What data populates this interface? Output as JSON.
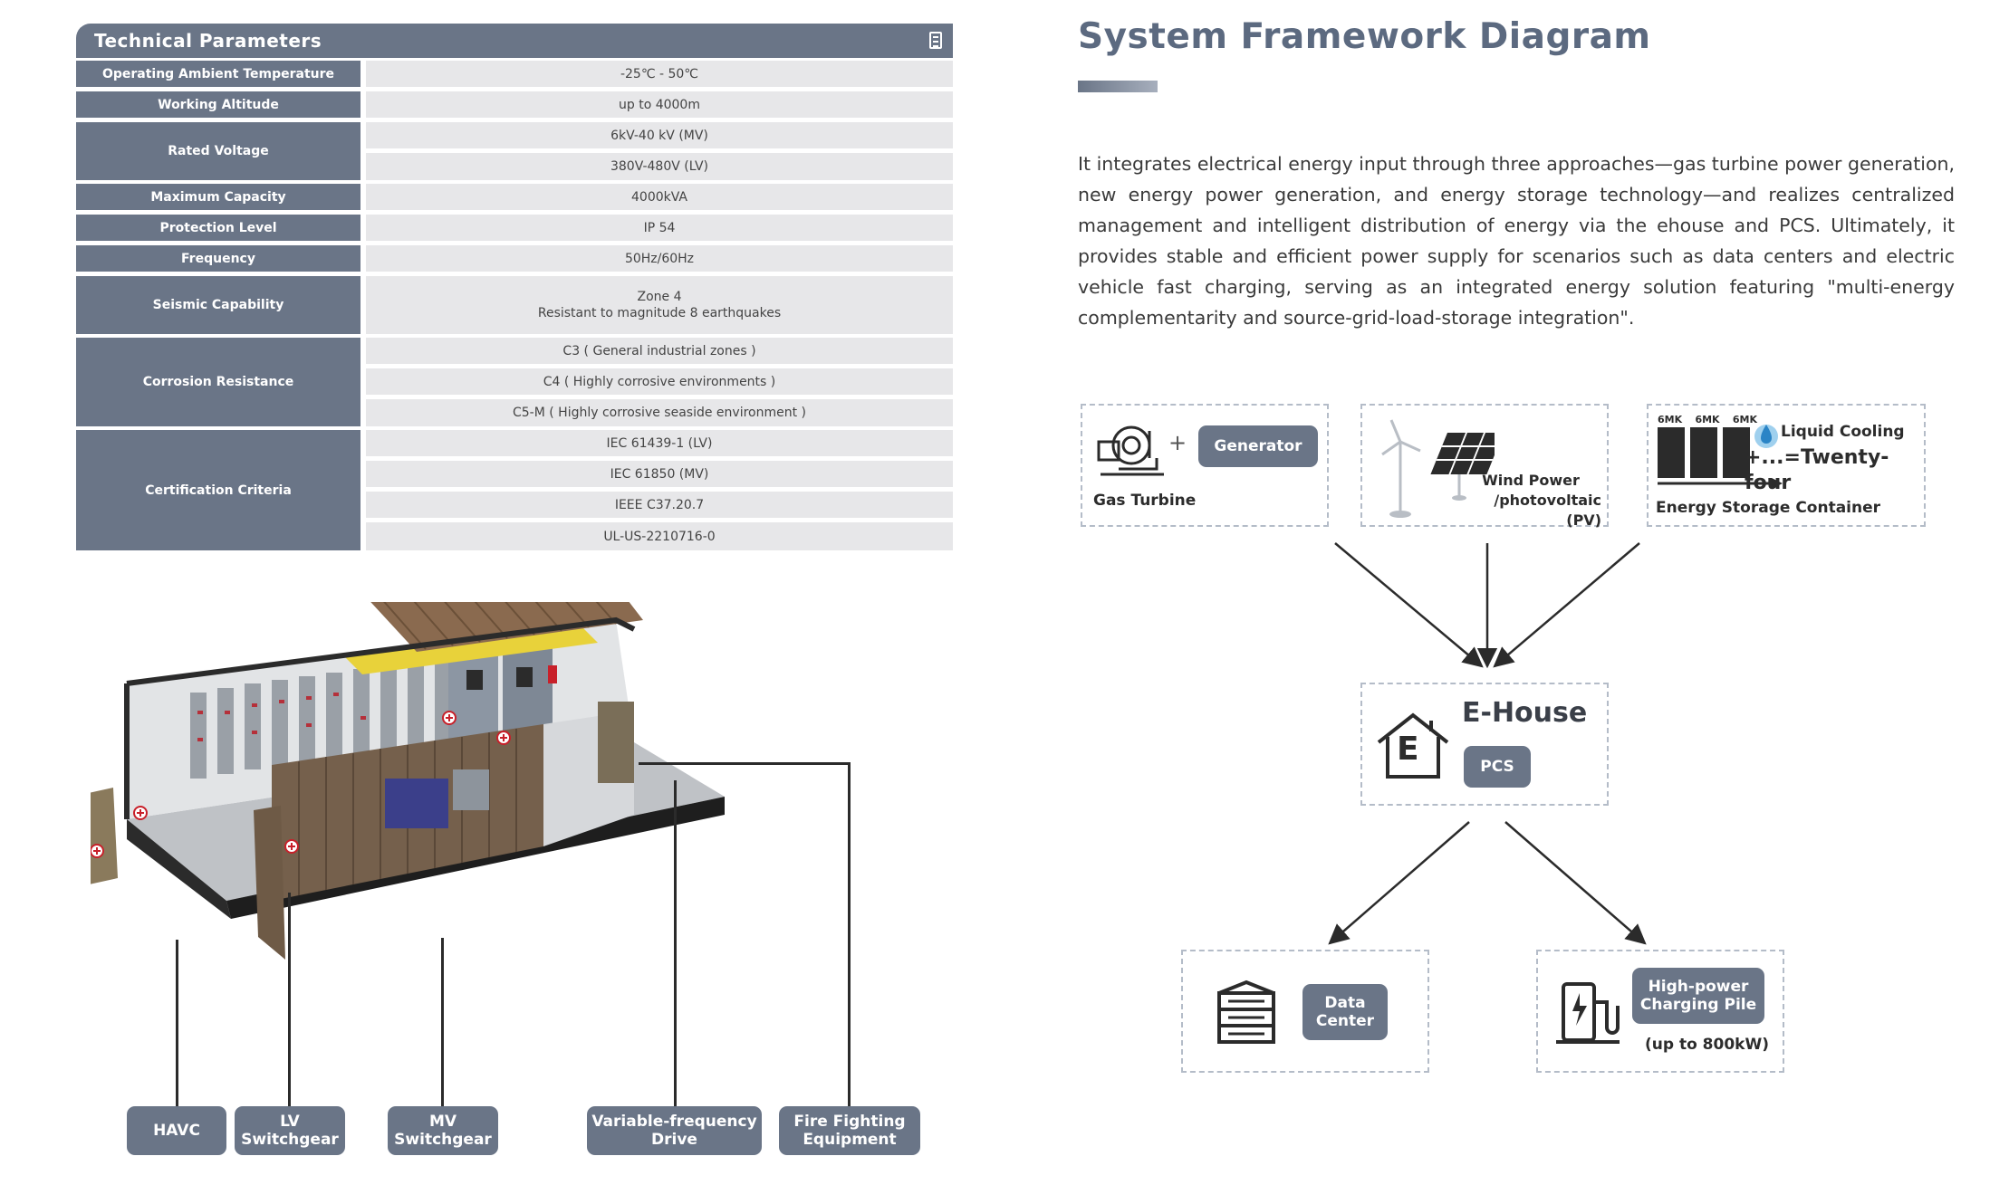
{
  "tech": {
    "title": "Technical Parameters",
    "rows": [
      {
        "label": "Operating Ambient Temperature",
        "values": [
          "-25℃ - 50℃"
        ]
      },
      {
        "label": "Working Altitude",
        "values": [
          "up to 4000m"
        ]
      },
      {
        "label": "Rated Voltage",
        "values": [
          "6kV-40 kV (MV)",
          "380V-480V (LV)"
        ]
      },
      {
        "label": "Maximum Capacity",
        "values": [
          "4000kVA"
        ]
      },
      {
        "label": "Protection Level",
        "values": [
          "IP 54"
        ]
      },
      {
        "label": "Frequency",
        "values": [
          "50Hz/60Hz"
        ]
      },
      {
        "label": "Seismic Capability",
        "values": [
          "Zone 4",
          "Resistant to magnitude 8 earthquakes"
        ]
      },
      {
        "label": "Corrosion Resistance",
        "values": [
          "C3 ( General industrial zones )",
          "C4 ( Highly corrosive environments )",
          "C5-M ( Highly corrosive seaside environment )"
        ]
      },
      {
        "label": "Certification Criteria",
        "values": [
          "IEC 61439-1 (LV)",
          "IEC 61850 (MV)",
          "IEEE C37.20.7",
          "UL-US-2210716-0"
        ]
      }
    ]
  },
  "framework": {
    "title": "System Framework Diagram",
    "description": "It integrates electrical energy input through three approaches—gas turbine power generation, new energy power generation, and energy storage technology—and realizes centralized management and intelligent distribution of energy via the ehouse and PCS. Ultimately, it provides stable and efficient power supply for scenarios such as data centers and electric vehicle fast charging, serving as an integrated energy solution featuring \"multi-energy complementarity and source-grid-load-storage integration\"."
  },
  "diagram": {
    "generator": "Generator",
    "gas_turbine": "Gas Turbine",
    "plus": "+",
    "wind_line1": "Wind Power",
    "wind_line2": "/photovoltaic (PV)",
    "rack_labels": [
      "6MK",
      "6MK",
      "6MK"
    ],
    "liquid_cooling": "Liquid Cooling",
    "twenty_four": "+...=Twenty-four",
    "storage": "Energy Storage Container",
    "ehouse": "E-House",
    "ehouse_letter": "E",
    "pcs": "PCS",
    "data_center_line1": "Data",
    "data_center_line2": "Center",
    "charging_line1": "High-power",
    "charging_line2": "Charging Pile",
    "charging_note": "(up to 800kW)"
  },
  "callouts": {
    "havc": "HAVC",
    "lv_line1": "LV",
    "lv_line2": "Switchgear",
    "mv_line1": "MV",
    "mv_line2": "Switchgear",
    "vfd_line1": "Variable-frequency",
    "vfd_line2": "Drive",
    "fire_line1": "Fire Fighting",
    "fire_line2": "Equipment"
  },
  "colors": {
    "accent": "#6a7587",
    "cell": "#e7e7e9",
    "dashed": "#b4bcc8"
  }
}
